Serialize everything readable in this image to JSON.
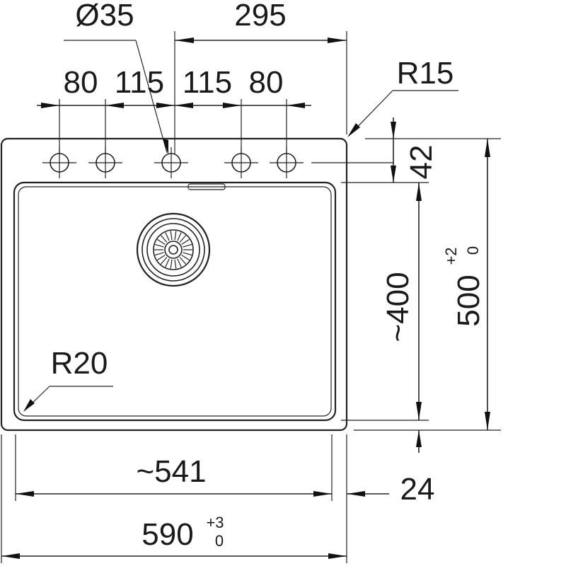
{
  "labels": {
    "hole_diameter": "Ø35",
    "top_width": "295",
    "spacing_1": "80",
    "spacing_2": "115",
    "spacing_3": "115",
    "spacing_4": "80",
    "corner_outer_radius": "R15",
    "corner_inner_radius": "R20",
    "deck_depth": "42",
    "bowl_depth": "~400",
    "overall_depth": "500",
    "overall_depth_tol_upper": "+2",
    "overall_depth_tol_lower": "0",
    "bowl_width": "~541",
    "rear_margin": "24",
    "overall_width": "590",
    "overall_width_tol_upper": "+3",
    "overall_width_tol_lower": "0"
  },
  "colors": {
    "line": "#222222",
    "background": "#ffffff"
  }
}
